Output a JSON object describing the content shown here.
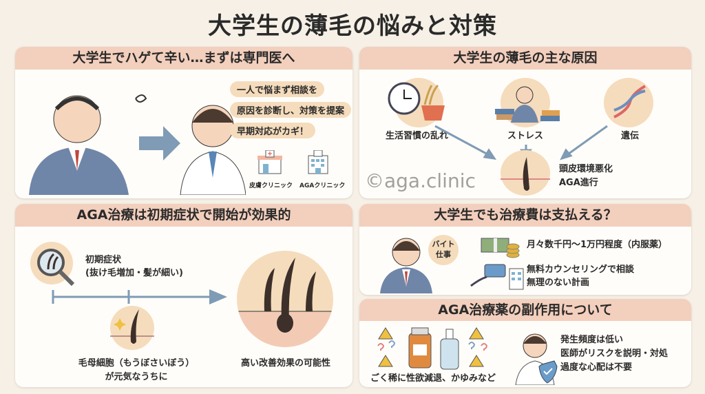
{
  "title": "大学生の薄毛の悩みと対策",
  "watermark": "©aga.clinic",
  "panel1": {
    "header": "大学生でハゲて辛い…まずは専門医へ",
    "bubbles": [
      "一人で悩まず相談を",
      "原因を診断し、対策を提案",
      "早期対応がカギ！"
    ],
    "clinics": [
      "皮膚クリニック",
      "AGAクリニック"
    ]
  },
  "panel2": {
    "header": "大学生の薄毛の主な原因",
    "causes": [
      "生活習慣の乱れ",
      "ストレス",
      "遺伝"
    ],
    "result": [
      "頭皮環境悪化",
      "AGA進行"
    ]
  },
  "panel3": {
    "header": "AGA治療は初期症状で開始が効果的",
    "early": [
      "初期症状",
      "(抜け毛増加・髪が細い)"
    ],
    "cell": [
      "毛母細胞（もうぼさいぼう）",
      "が元気なうちに"
    ],
    "effect": "高い改善効果の可能性"
  },
  "panel4": {
    "header": "大学生でも治療費は支払える？",
    "bubble": [
      "バイト",
      "仕事"
    ],
    "cost": "月々数千円〜1万円程度（内服薬）",
    "plan": [
      "無料カウンセリングで相談",
      "無理のない計画"
    ]
  },
  "panel5": {
    "header": "AGA治療薬の副作用について",
    "effects": "ごく稀に性欲減退、かゆみなど",
    "notes": [
      "発生頻度は低い",
      "医師がリスクを説明・対処",
      "過度な心配は不要"
    ]
  },
  "colors": {
    "background": "#f6f0e6",
    "header": "#f3cfbd",
    "accent_circle": "#f5dcbc",
    "arrow": "#7f9bb5"
  }
}
